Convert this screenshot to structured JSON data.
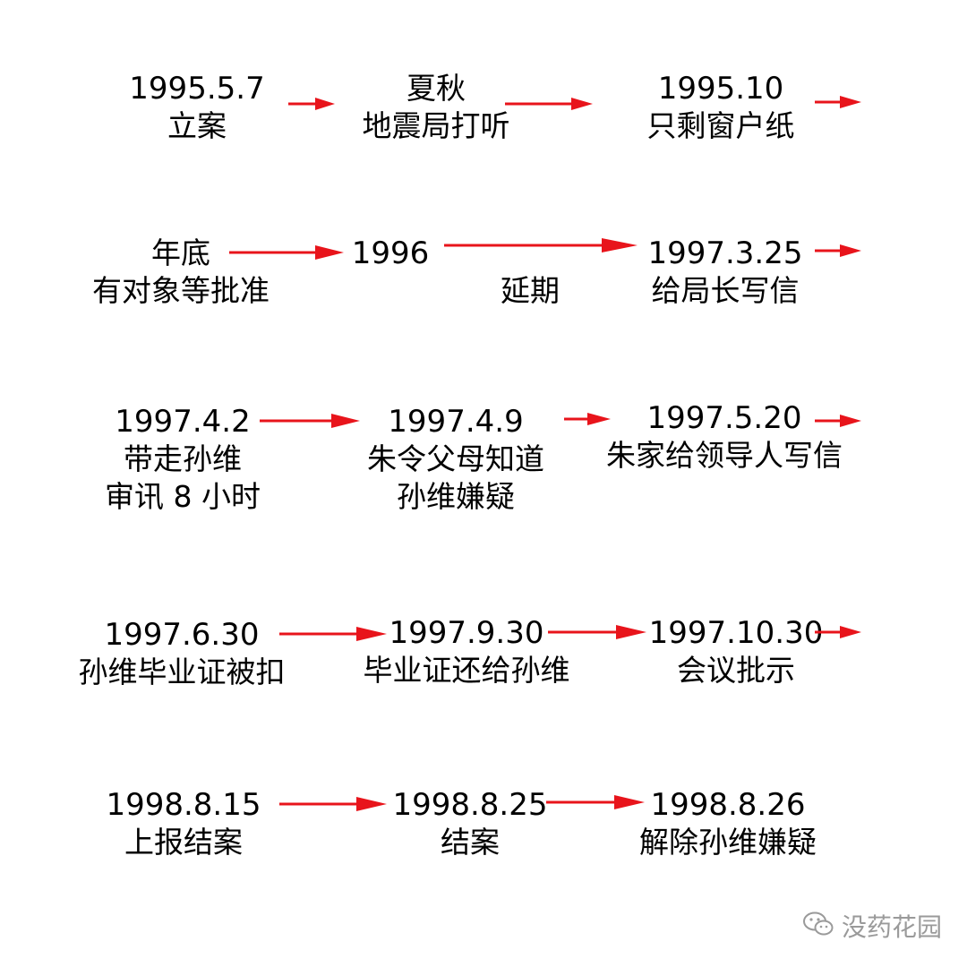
{
  "accent_color": "#e8141b",
  "rows": [
    {
      "nodes": [
        {
          "lines": [
            "1995.5.7",
            "立案"
          ]
        },
        {
          "lines": [
            "夏秋",
            "地震局打听"
          ]
        },
        {
          "lines": [
            "1995.10",
            "只剩窗户纸"
          ]
        }
      ]
    },
    {
      "nodes": [
        {
          "lines": [
            "年底",
            "有对象等批准"
          ]
        },
        {
          "lines": [
            "1996"
          ]
        },
        {
          "lines": [
            "延期"
          ]
        },
        {
          "lines": [
            "1997.3.25",
            "给局长写信"
          ]
        }
      ]
    },
    {
      "nodes": [
        {
          "lines": [
            "1997.4.2",
            "带走孙维",
            "审讯 8 小时"
          ]
        },
        {
          "lines": [
            "1997.4.9",
            "朱令父母知道",
            "孙维嫌疑"
          ]
        },
        {
          "lines": [
            "1997.5.20",
            "朱家给领导人写信"
          ]
        }
      ]
    },
    {
      "nodes": [
        {
          "lines": [
            "1997.6.30",
            "孙维毕业证被扣"
          ]
        },
        {
          "lines": [
            "1997.9.30",
            "毕业证还给孙维"
          ]
        },
        {
          "lines": [
            "1997.10.30",
            "会议批示"
          ]
        }
      ]
    },
    {
      "nodes": [
        {
          "lines": [
            "1998.8.15",
            "上报结案"
          ]
        },
        {
          "lines": [
            "1998.8.25",
            "结案"
          ]
        },
        {
          "lines": [
            "1998.8.26",
            "解除孙维嫌疑"
          ]
        }
      ]
    }
  ],
  "watermark": {
    "text": "没药花园",
    "icon": "wechat-icon"
  }
}
